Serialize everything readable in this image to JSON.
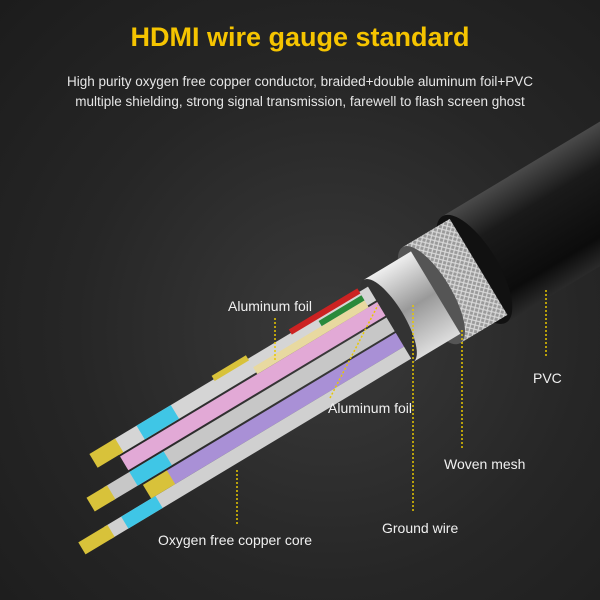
{
  "header": {
    "title": "HDMI wire gauge standard",
    "subtitle_line1": "High purity oxygen free copper conductor, braided+double aluminum foil+PVC",
    "subtitle_line2": "multiple shielding, strong signal transmission, farewell to flash screen ghost"
  },
  "labels": {
    "aluminum_foil_outer": "Aluminum foil",
    "pvc": "PVC",
    "aluminum_foil_inner": "Aluminum foil",
    "woven_mesh": "Woven mesh",
    "ground_wire": "Ground wire",
    "copper_core": "Oxygen free copper core"
  },
  "colors": {
    "title": "#f5c400",
    "leader": "#e8c800",
    "copper": "#d8c23a"
  }
}
